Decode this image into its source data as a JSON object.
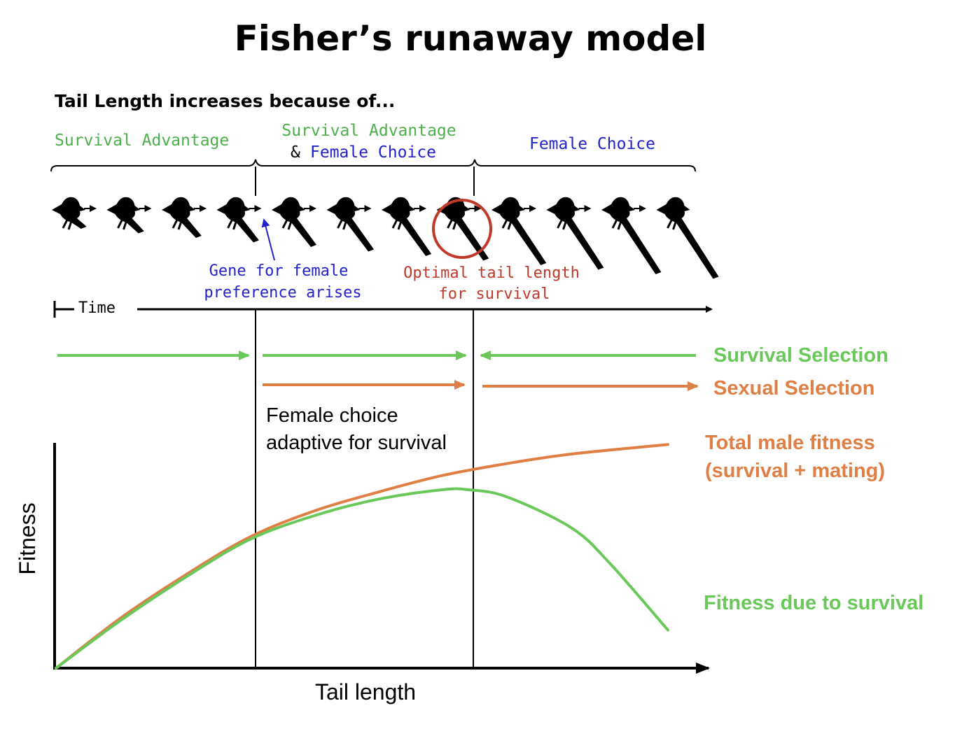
{
  "title": "Fisher’s runaway model",
  "subtitle": "Tail Length increases because of...",
  "phases": {
    "survival_advantage": "Survival Advantage",
    "both_line1": "Survival Advantage",
    "both_amp": "&",
    "both_line2": "Female Choice",
    "female_choice": "Female Choice"
  },
  "annotations": {
    "gene_line1": "Gene for female",
    "gene_line2": "preference arises",
    "optimal_line1": "Optimal tail length",
    "optimal_line2": "for survival",
    "time": "Time",
    "female_adaptive_line1": "Female choice",
    "female_adaptive_line2": "adaptive for survival"
  },
  "selection_labels": {
    "survival": "Survival Selection",
    "sexual": "Sexual Selection"
  },
  "chart_data": {
    "type": "line",
    "title": "",
    "xlabel": "Tail length",
    "ylabel": "Fitness",
    "xlim": [
      0,
      10
    ],
    "ylim": [
      0,
      10
    ],
    "vertical_markers": [
      3,
      6.2
    ],
    "series": [
      {
        "name": "Total male fitness (survival + mating)",
        "name_line1": "Total male fitness",
        "name_line2": "(survival + mating)",
        "color": "#e07f45",
        "x": [
          0,
          1,
          2,
          3,
          4,
          5,
          6,
          7,
          8,
          9.5
        ],
        "y": [
          0,
          2.1,
          3.9,
          5.5,
          6.6,
          7.4,
          8.1,
          8.6,
          9.0,
          9.4
        ]
      },
      {
        "name": "Fitness due to survival",
        "color": "#6ac85a",
        "x": [
          0,
          1,
          2,
          3,
          4,
          5,
          6,
          6.4,
          7,
          8,
          8.6,
          9.5
        ],
        "y": [
          0,
          2.0,
          3.8,
          5.4,
          6.4,
          7.1,
          7.5,
          7.5,
          7.2,
          5.9,
          4.4,
          1.6
        ]
      }
    ]
  },
  "colors": {
    "survival_green": "#6ac85a",
    "sexual_orange": "#e07f45",
    "phase_green": "#4caf4c",
    "choice_blue": "#2222cc",
    "optimal_red": "#c0392b",
    "bird_black": "#000000"
  }
}
